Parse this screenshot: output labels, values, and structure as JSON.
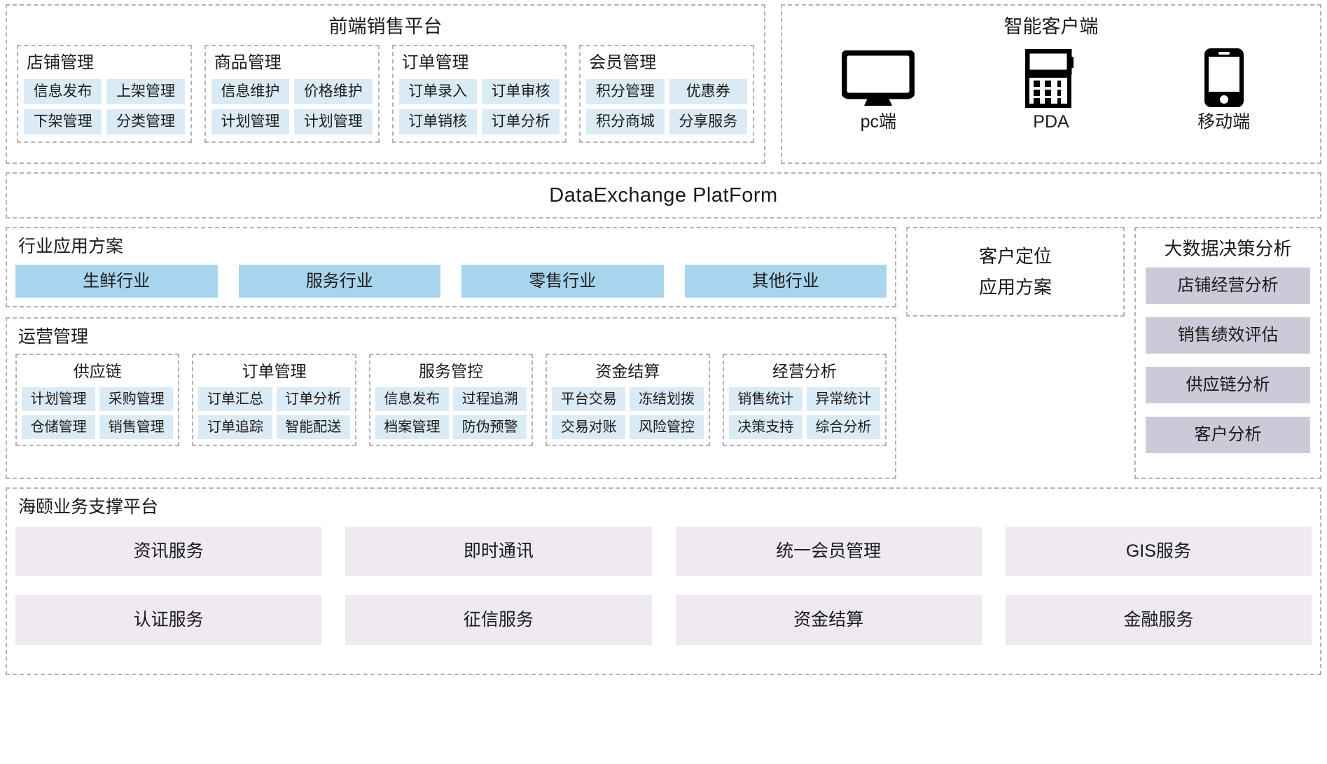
{
  "front_platform": {
    "title": "前端销售平台",
    "groups": [
      {
        "title": "店铺管理",
        "items": [
          "信息发布",
          "上架管理",
          "下架管理",
          "分类管理"
        ]
      },
      {
        "title": "商品管理",
        "items": [
          "信息维护",
          "价格维护",
          "计划管理",
          "计划管理"
        ]
      },
      {
        "title": "订单管理",
        "items": [
          "订单录入",
          "订单审核",
          "订单销核",
          "订单分析"
        ]
      },
      {
        "title": "会员管理",
        "items": [
          "积分管理",
          "优惠券",
          "积分商城",
          "分享服务"
        ]
      }
    ]
  },
  "smart_client": {
    "title": "智能客户端",
    "devices": [
      {
        "icon": "monitor-icon",
        "label": "pc端"
      },
      {
        "icon": "pda-icon",
        "label": "PDA"
      },
      {
        "icon": "mobile-icon",
        "label": "移动端"
      }
    ]
  },
  "data_exchange": {
    "title": "DataExchange  PlatForm"
  },
  "industry": {
    "title": "行业应用方案",
    "bars": [
      "生鲜行业",
      "服务行业",
      "零售行业",
      "其他行业"
    ]
  },
  "customer_position": {
    "line1": "客户定位",
    "line2": "应用方案"
  },
  "operations": {
    "title": "运营管理",
    "groups": [
      {
        "title": "供应链",
        "items": [
          "计划管理",
          "采购管理",
          "仓储管理",
          "销售管理"
        ]
      },
      {
        "title": "订单管理",
        "items": [
          "订单汇总",
          "订单分析",
          "订单追踪",
          "智能配送"
        ]
      },
      {
        "title": "服务管控",
        "items": [
          "信息发布",
          "过程追溯",
          "档案管理",
          "防伪预警"
        ]
      },
      {
        "title": "资金结算",
        "items": [
          "平台交易",
          "冻结划拨",
          "交易对账",
          "风险管控"
        ]
      },
      {
        "title": "经营分析",
        "items": [
          "销售统计",
          "异常统计",
          "决策支持",
          "综合分析"
        ]
      }
    ]
  },
  "bigdata": {
    "title": "大数据决策分析",
    "items": [
      "店铺经营分析",
      "销售绩效评估",
      "供应链分析",
      "客户分析"
    ]
  },
  "support_platform": {
    "title": "海颐业务支撑平台",
    "items": [
      "资讯服务",
      "即时通讯",
      "统一会员管理",
      "GIS服务",
      "认证服务",
      "征信服务",
      "资金结算",
      "金融服务"
    ]
  },
  "colors": {
    "chip_blue": "#dbebf5",
    "industry_blue": "#a8d4ee",
    "bigdata_purple": "#cdc9d8",
    "support_pink": "#efe9f1",
    "dashed_border": "#b3b3b3"
  }
}
